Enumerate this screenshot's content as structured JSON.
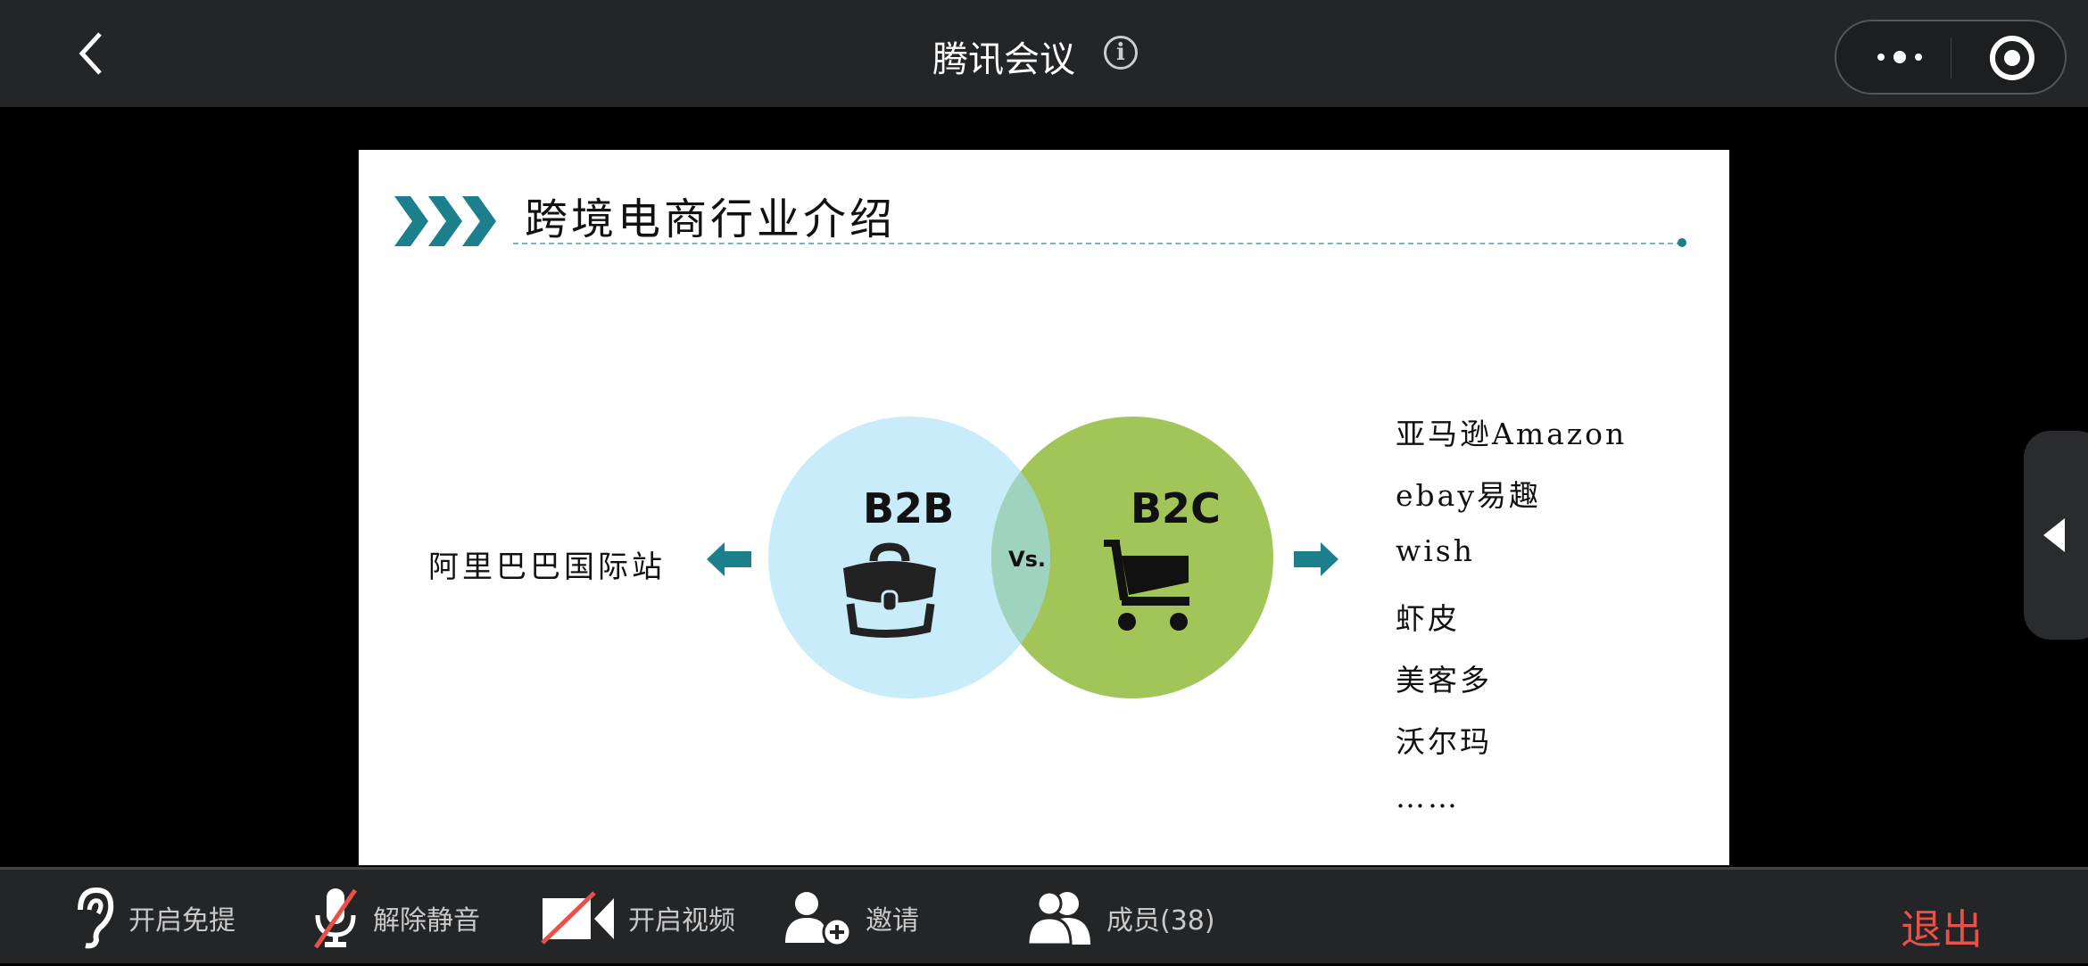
{
  "header": {
    "title": "腾讯会议"
  },
  "slide": {
    "title": "跨境电商行业介绍",
    "b2b_label": "B2B",
    "b2c_label": "B2C",
    "vs_label": "Vs.",
    "b2b_example": "阿里巴巴国际站",
    "b2c_examples": [
      "亚马逊Amazon",
      "ebay易趣",
      "wish",
      "虾皮",
      "美客多",
      "沃尔玛",
      "……"
    ]
  },
  "toolbar": {
    "speaker": "开启免提",
    "unmute": "解除静音",
    "video": "开启视频",
    "invite": "邀请",
    "members": "成员(38)",
    "exit": "退出"
  },
  "colors": {
    "accent": "#1b7f8c",
    "exit": "#e8504a",
    "b2b": "#c8ecf9",
    "b2c": "#a2c55a"
  }
}
